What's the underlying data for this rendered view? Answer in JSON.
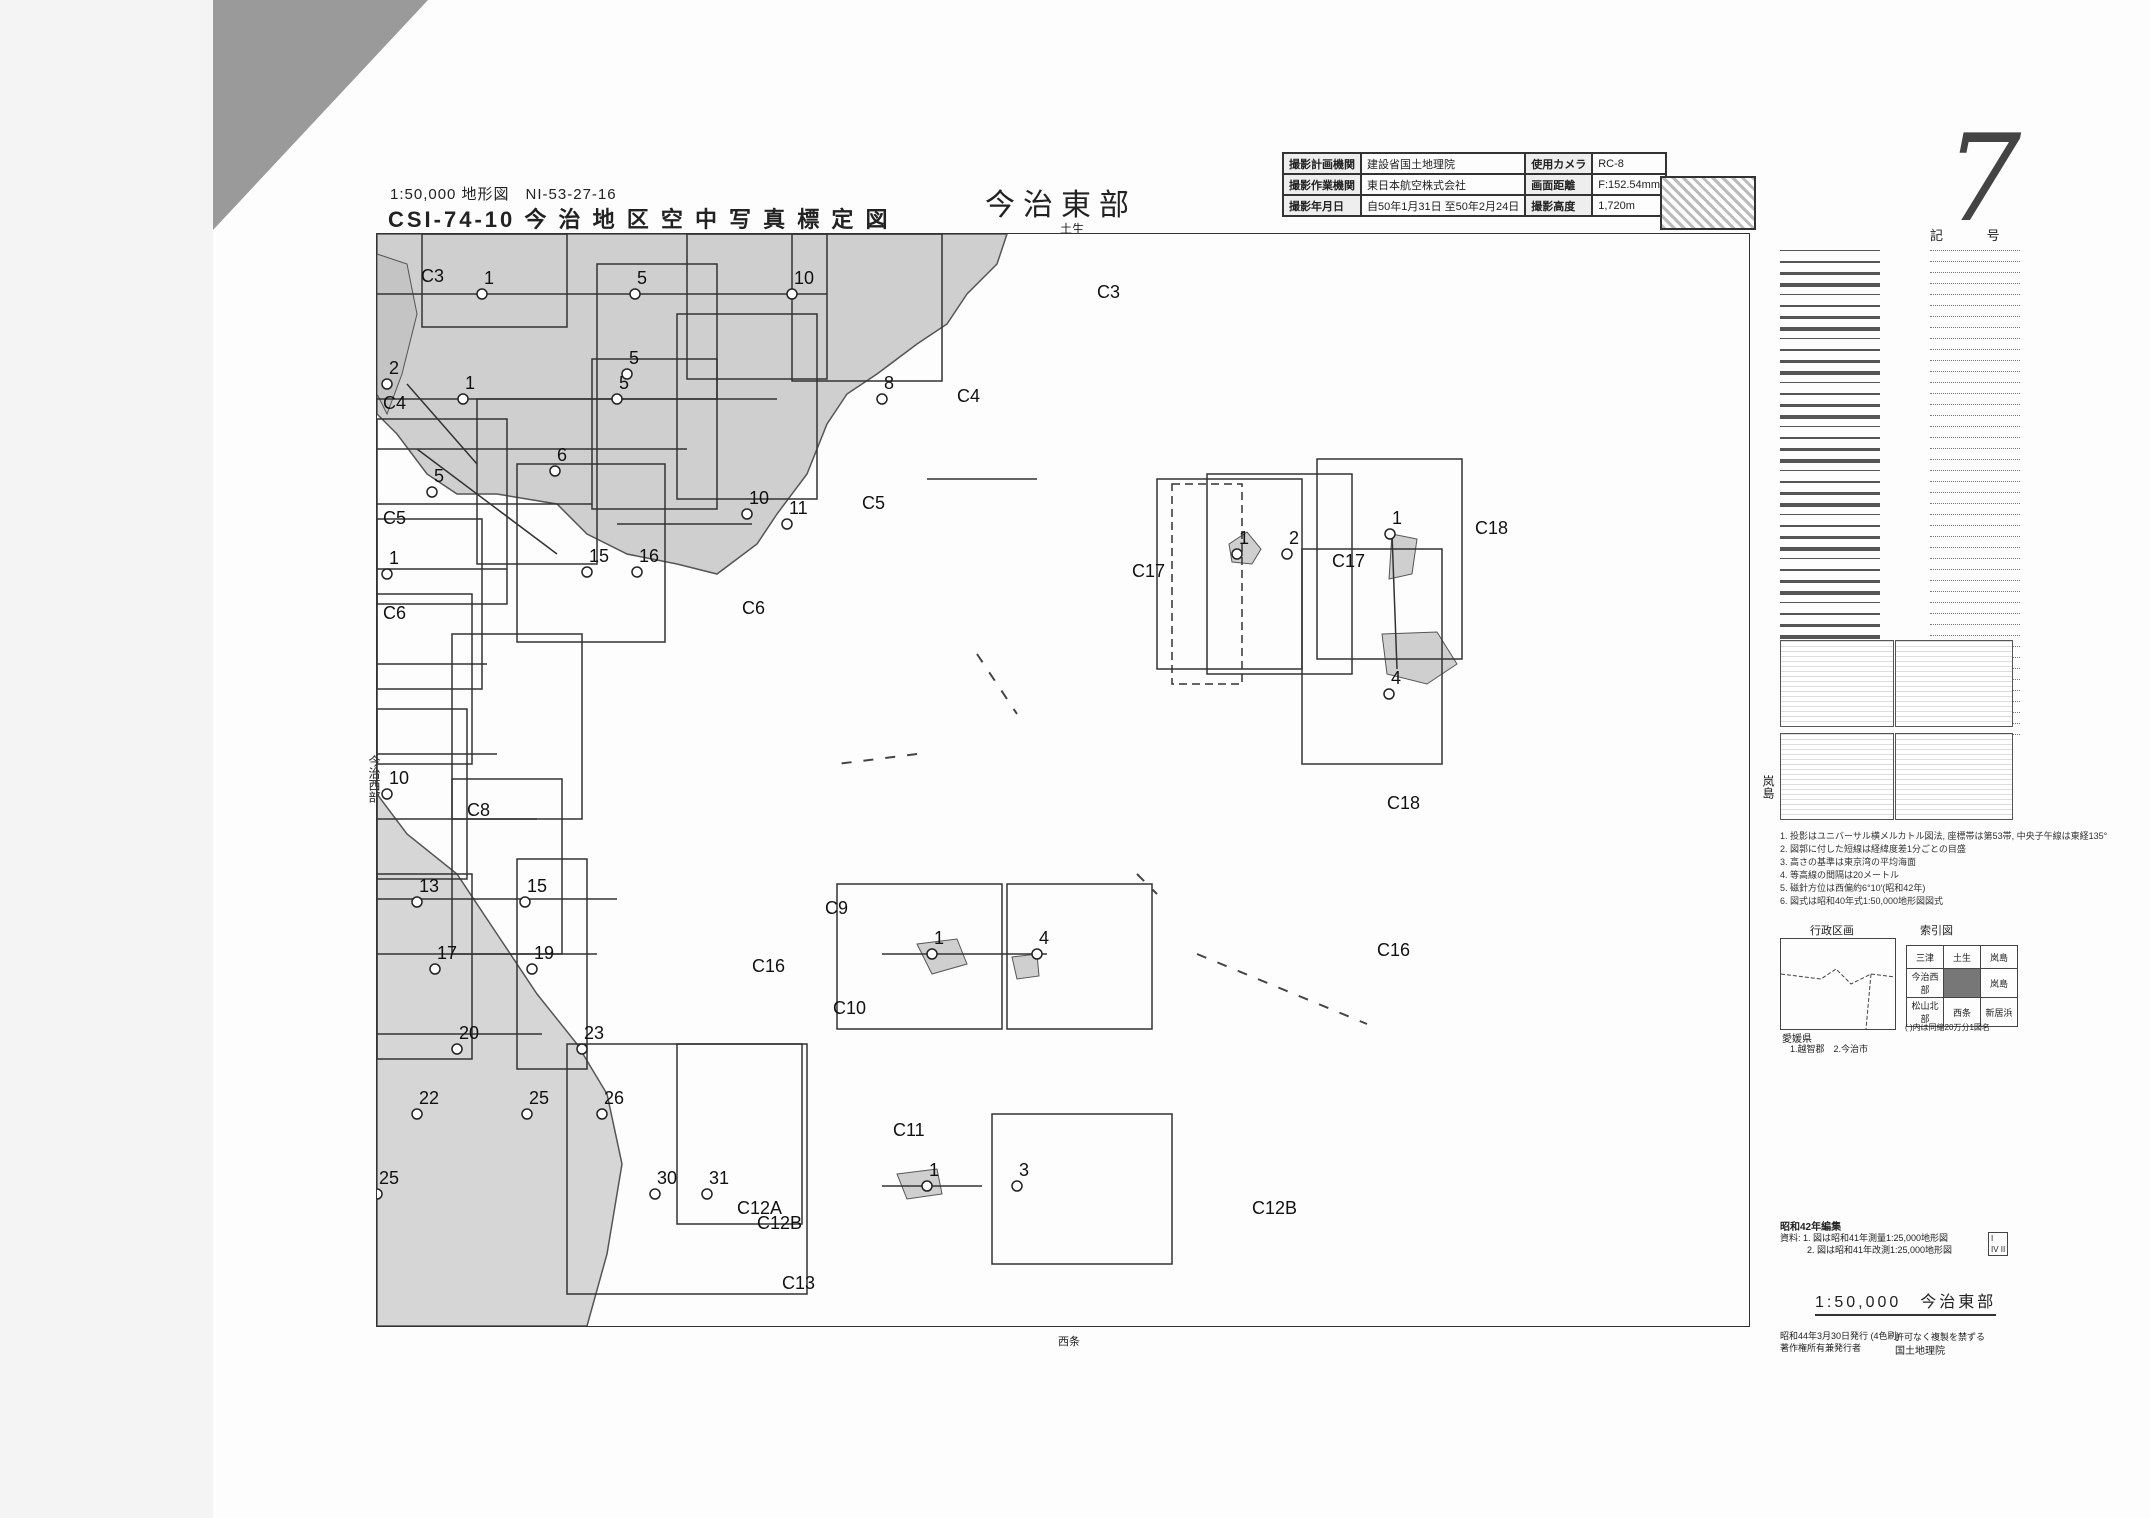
{
  "header": {
    "series_line": "1:50,000 地形図　NI-53-27-16",
    "title": "CSI-74-10 今 治 地 区 空 中 写 真 標 定 図",
    "map_name": "今治東部",
    "map_name_sub": "土生",
    "handwritten_number": "7"
  },
  "info_table": {
    "r1": [
      "撮影計画機関",
      "建設省国土地理院",
      "使用カメラ",
      "RC-8"
    ],
    "r2": [
      "撮影作業機関",
      "東日本航空株式会社",
      "画面距離",
      "F:152.54mm"
    ],
    "r3": [
      "撮影年月日",
      "自50年1月31日 至50年2月24日",
      "撮影高度",
      "1,720m"
    ]
  },
  "legend": {
    "title": "記 号"
  },
  "side_labels": {
    "left": "今治西部",
    "right": "岚島",
    "bottom": "西条"
  },
  "notes": [
    "1. 投影はユニバーサル横メルカトル図法, 座標帯は第53帯, 中央子午線は東経135°",
    "2. 図郭に付した短線は経緯度差1分ごとの目盛",
    "3. 高さの基準は東京湾の平均海面",
    "4. 等高線の間隔は20メートル",
    "5. 磁針方位は西偏約6°10′(昭和42年)",
    "6. 図式は昭和40年式1:50,000地形図図式"
  ],
  "gyosei": {
    "title": "行政区画",
    "pref": "愛媛県",
    "footer": "1.越智郡　2.今治市"
  },
  "sakuin": {
    "title": "索引図",
    "cells": [
      [
        "三津",
        "土生",
        "岚島"
      ],
      [
        "今治西部",
        "",
        "岚島"
      ],
      [
        "松山北部",
        "西条",
        "新居浜"
      ]
    ],
    "footer": "( )内は同縮20万分1図名"
  },
  "hensan": "昭和42年編集",
  "shiryo": [
    "資料: 1. 図は昭和41年測量1:25,000地形図",
    "　　　2. 図は昭和41年改測1:25,000地形図"
  ],
  "small_box": [
    "I",
    "IV II"
  ],
  "scale_title": "1:50,000　今治東部",
  "hakko": [
    "昭和44年3月30日発行 (4色刷)",
    "著作権所有兼発行者"
  ],
  "hakko_right": "許可なく複製を禁ずる",
  "publisher": "国土地理院",
  "course_labels": [
    "C3",
    "C3",
    "C4",
    "C4",
    "C5",
    "C5",
    "C6",
    "C6",
    "C8",
    "C9",
    "C10",
    "C11",
    "C12A",
    "C12B",
    "C12B",
    "C13",
    "C16",
    "C16",
    "C17",
    "C17",
    "C18",
    "C18"
  ],
  "photo_numbers": [
    "1",
    "5",
    "10",
    "2",
    "1",
    "5",
    "8",
    "5",
    "6",
    "5",
    "10",
    "11",
    "1",
    "15",
    "16",
    "10",
    "13",
    "15",
    "17",
    "19",
    "20",
    "23",
    "22",
    "25",
    "26",
    "25",
    "30",
    "31",
    "1",
    "2",
    "1",
    "4",
    "1",
    "4",
    "1",
    "3"
  ]
}
